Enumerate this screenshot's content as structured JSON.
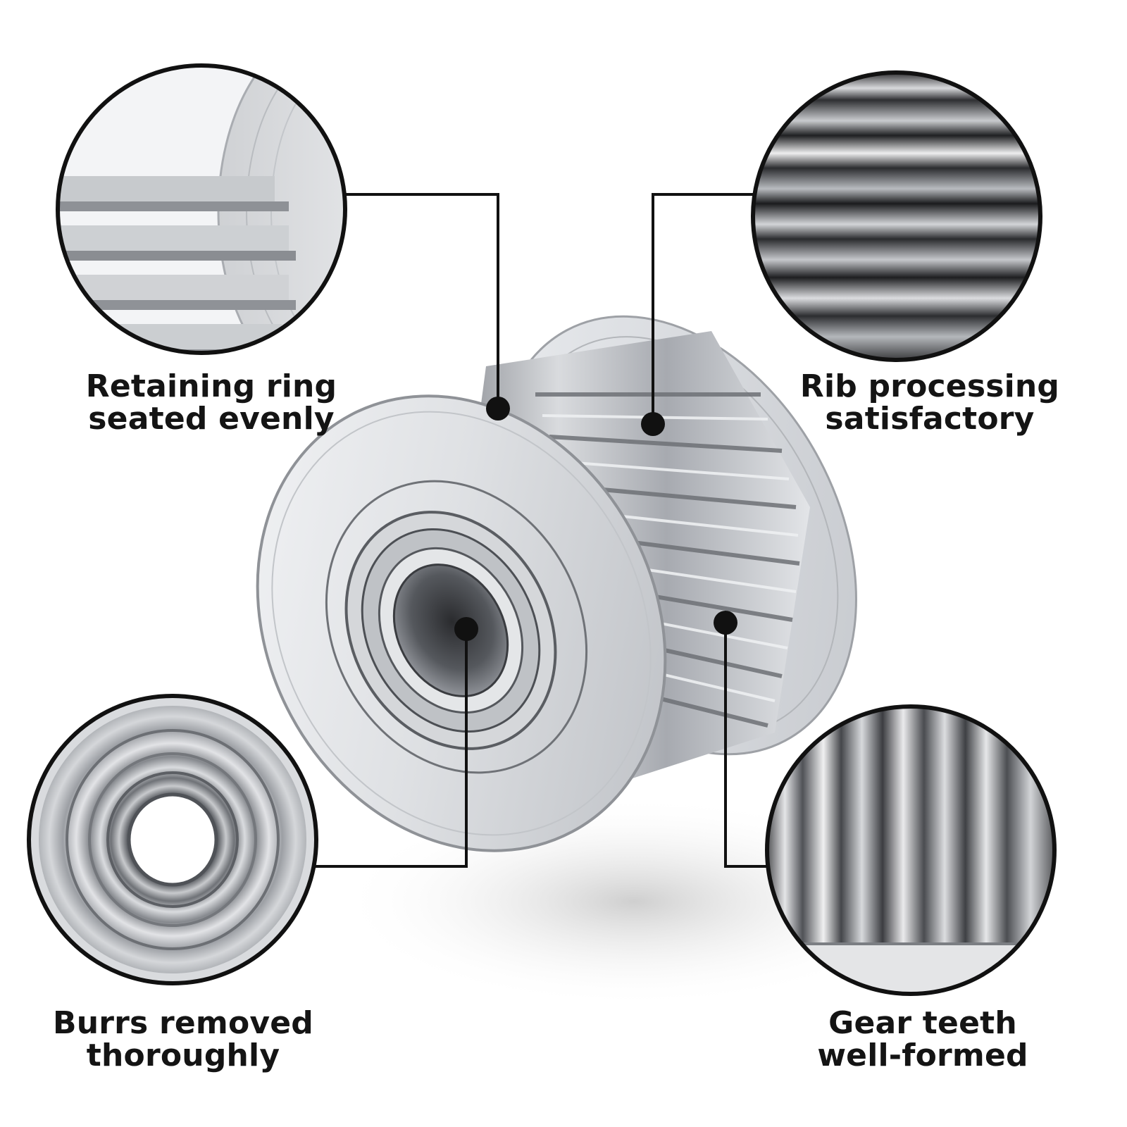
{
  "callouts": {
    "retaining": {
      "line1": "Retaining ring",
      "line2": "seated evenly",
      "detail_icon": "flange-teeth-closeup"
    },
    "rib": {
      "line1": "Rib processing",
      "line2": "satisfactory",
      "detail_icon": "horizontal-ribs-closeup"
    },
    "burrs": {
      "line1": "Burrs removed",
      "line2": "thoroughly",
      "detail_icon": "bearing-bore-closeup"
    },
    "gear": {
      "line1": "Gear teeth",
      "line2": "well-formed",
      "detail_icon": "vertical-teeth-closeup"
    }
  },
  "colors": {
    "text": "#141414",
    "line": "#111111",
    "background": "#ffffff",
    "metal": "#c9ccd1"
  }
}
